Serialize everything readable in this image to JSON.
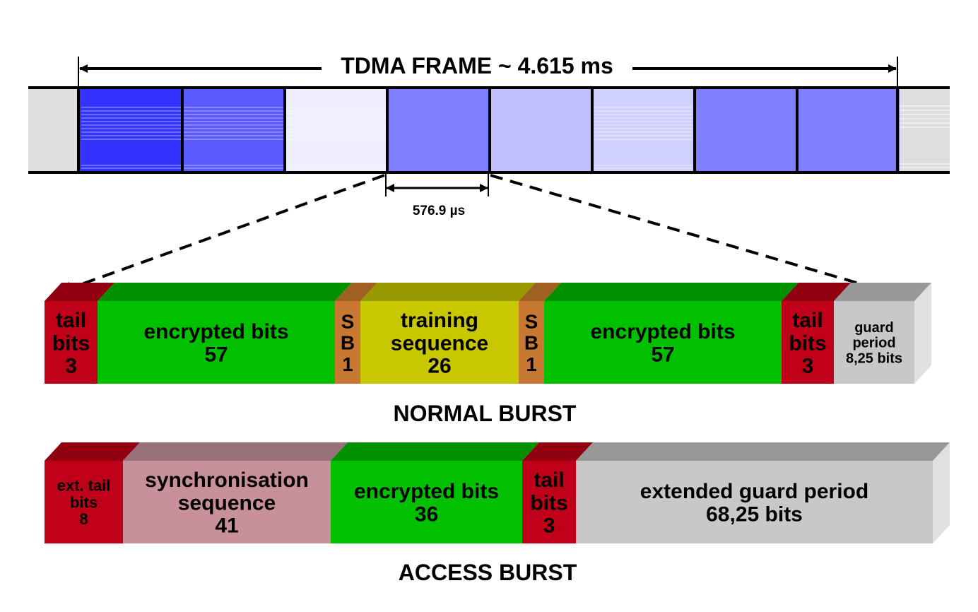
{
  "frame": {
    "title": "TDMA FRAME ~  4.615 ms",
    "slot_duration": "576.9 µs",
    "slot_colors": [
      "#3333ff",
      "#5a5aff",
      "#eeeeff",
      "#8080ff",
      "#c0c0ff",
      "#d0d0ff",
      "#8080ff",
      "#8080ff"
    ]
  },
  "normal_burst": {
    "title": "NORMAL BURST",
    "segments": [
      {
        "lines": [
          "tail",
          "bits",
          "3"
        ],
        "front": "#c00018",
        "top": "#900010"
      },
      {
        "lines": [
          "encrypted bits",
          "57"
        ],
        "front": "#00c000",
        "top": "#009000"
      },
      {
        "lines": [
          "S",
          "B",
          "1"
        ],
        "front": "#c87830",
        "top": "#a06020"
      },
      {
        "lines": [
          "training",
          "sequence",
          "26"
        ],
        "front": "#c8c800",
        "top": "#989800"
      },
      {
        "lines": [
          "S",
          "B",
          "1"
        ],
        "front": "#c87830",
        "top": "#a06020"
      },
      {
        "lines": [
          "encrypted bits",
          "57"
        ],
        "front": "#00c000",
        "top": "#009000"
      },
      {
        "lines": [
          "tail",
          "bits",
          "3"
        ],
        "front": "#c00018",
        "top": "#900010"
      },
      {
        "lines": [
          "guard",
          "period",
          "8,25 bits"
        ],
        "front": "#c8c8c8",
        "top": "#989898"
      }
    ]
  },
  "access_burst": {
    "title": "ACCESS BURST",
    "segments": [
      {
        "lines": [
          "ext. tail",
          "bits",
          "8"
        ],
        "front": "#c00018",
        "top": "#900010"
      },
      {
        "lines": [
          "synchronisation",
          "sequence",
          "41"
        ],
        "front": "#c89098",
        "top": "#987078"
      },
      {
        "lines": [
          "encrypted bits",
          "36"
        ],
        "front": "#00c000",
        "top": "#009000"
      },
      {
        "lines": [
          "tail",
          "bits",
          "3"
        ],
        "front": "#c00018",
        "top": "#900010"
      },
      {
        "lines": [
          "extended guard period",
          "68,25 bits"
        ],
        "front": "#c8c8c8",
        "top": "#989898"
      }
    ]
  }
}
